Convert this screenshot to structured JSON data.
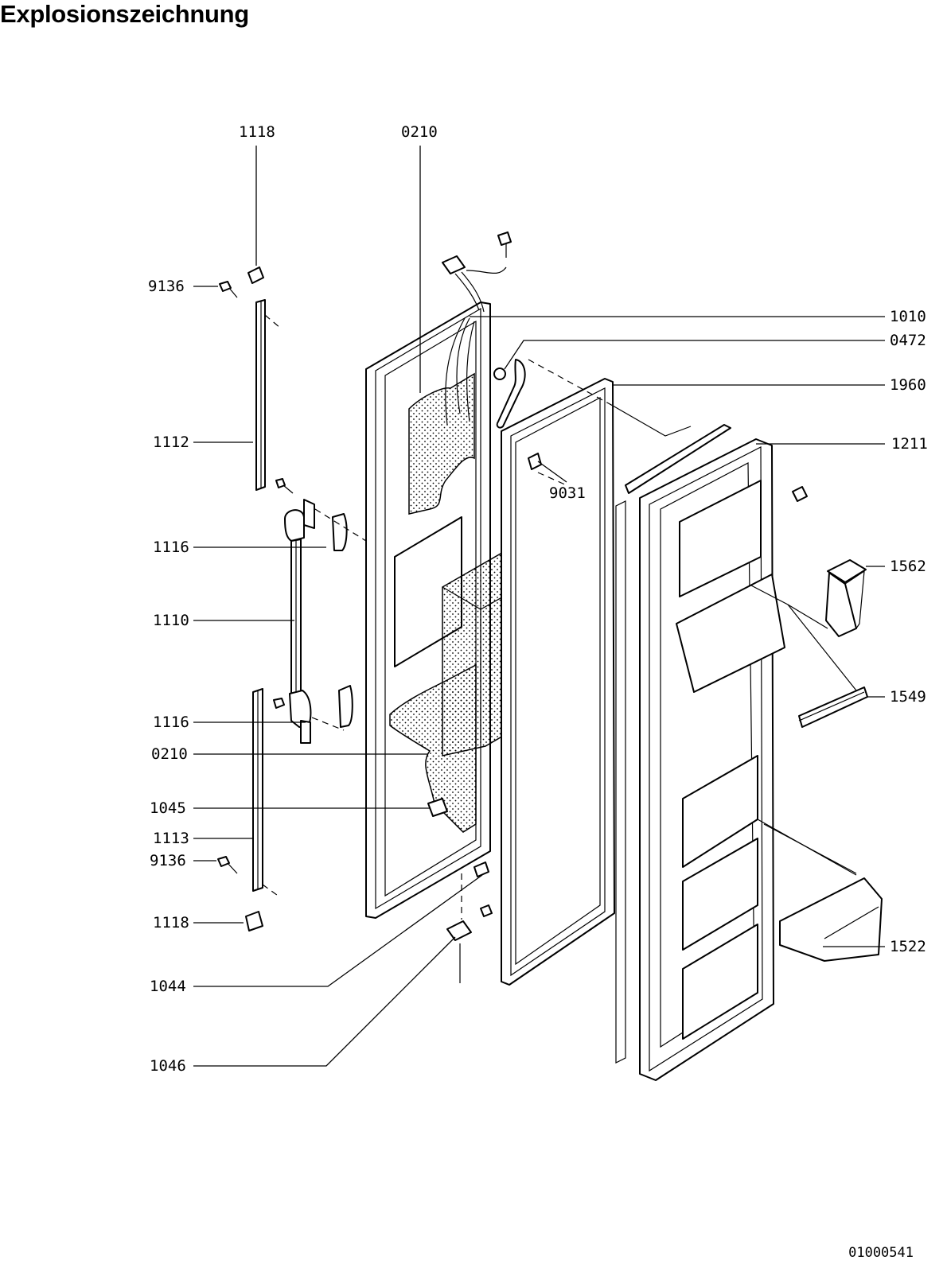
{
  "page": {
    "title": "Explosionszeichnung",
    "document_number": "01000541"
  },
  "callouts": [
    {
      "id": "c1118a",
      "label": "1118"
    },
    {
      "id": "c0210a",
      "label": "0210"
    },
    {
      "id": "c9136a",
      "label": "9136"
    },
    {
      "id": "c1112",
      "label": "1112"
    },
    {
      "id": "c1116a",
      "label": "1116"
    },
    {
      "id": "c1110",
      "label": "1110"
    },
    {
      "id": "c1116b",
      "label": "1116"
    },
    {
      "id": "c0210b",
      "label": "0210"
    },
    {
      "id": "c1045",
      "label": "1045"
    },
    {
      "id": "c1113",
      "label": "1113"
    },
    {
      "id": "c9136b",
      "label": "9136"
    },
    {
      "id": "c1118b",
      "label": "1118"
    },
    {
      "id": "c1044",
      "label": "1044"
    },
    {
      "id": "c1046",
      "label": "1046"
    },
    {
      "id": "c1010",
      "label": "1010"
    },
    {
      "id": "c0472",
      "label": "0472"
    },
    {
      "id": "c1960",
      "label": "1960"
    },
    {
      "id": "c1211",
      "label": "1211"
    },
    {
      "id": "c9031",
      "label": "9031"
    },
    {
      "id": "c1562",
      "label": "1562"
    },
    {
      "id": "c1549",
      "label": "1549"
    },
    {
      "id": "c1522",
      "label": "1522"
    }
  ]
}
